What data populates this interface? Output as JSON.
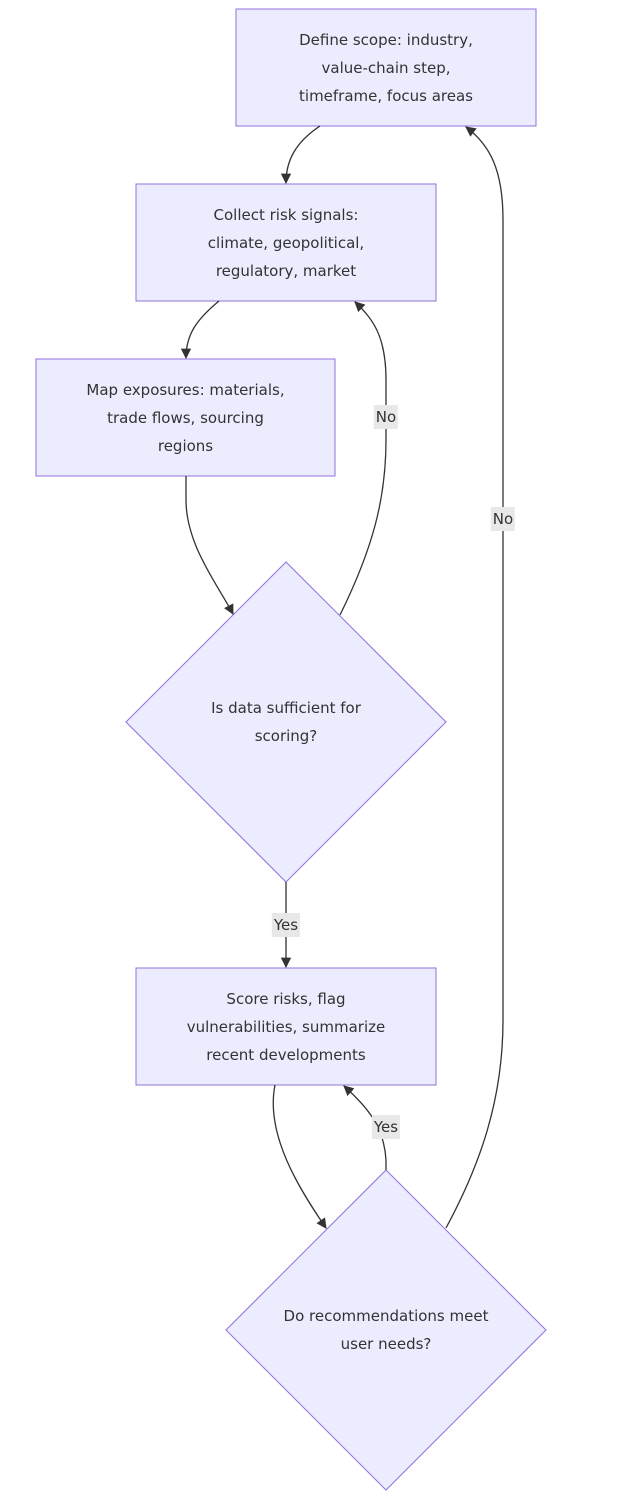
{
  "nodes": {
    "define_scope": "Define scope: industry,\nvalue-chain step,\ntimeframe, focus areas",
    "collect_signals": "Collect risk signals:\nclimate, geopolitical,\nregulatory, market",
    "map_exposures": "Map exposures: materials,\ntrade flows, sourcing\nregions",
    "data_sufficient": "Is data sufficient for\nscoring?",
    "score_risks": "Score risks, flag\nvulnerabilities, summarize\nrecent developments",
    "recommendations_ok": "Do recommendations meet\nuser needs?"
  },
  "edges": {
    "data_no": "No",
    "rec_no": "No",
    "data_yes": "Yes",
    "rec_yes": "Yes"
  },
  "colors": {
    "node_fill": "#ececff",
    "node_stroke": "#9370db",
    "edge": "#333333",
    "label_bg": "#e8e8e8"
  }
}
